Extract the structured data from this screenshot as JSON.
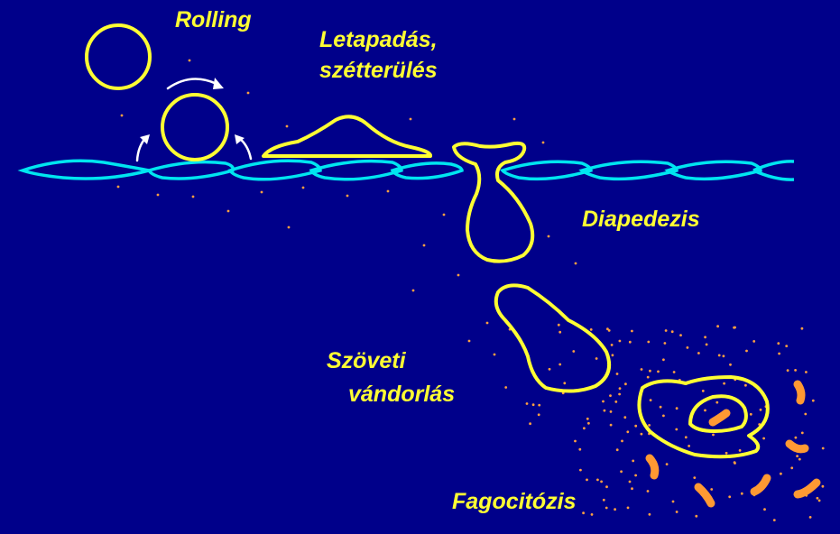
{
  "labels": {
    "rolling": "Rolling",
    "adhesion_line1": "Letapadás,",
    "adhesion_line2": "szétterülés",
    "diapedesis": "Diapedezis",
    "migration_line1": "Szöveti",
    "migration_line2": "vándorlás",
    "phagocytosis": "Fagocitózis"
  },
  "colors": {
    "background": "#00008a",
    "cell_outline": "#ffff33",
    "endothelium": "#00e5f0",
    "label": "#ffff33",
    "arrows": "#ffffff",
    "bacteria": "#ff9933",
    "dots": "#ffa040"
  }
}
